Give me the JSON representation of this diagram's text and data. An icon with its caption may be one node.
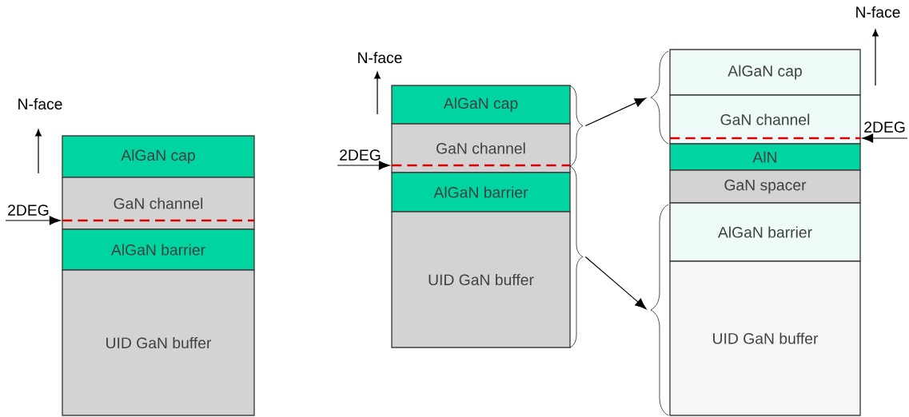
{
  "diagram": {
    "nodes": [
      {
        "text": [
          "2DEG"
        ]
      },
      {
        "text": [
          "AlGaN cap"
        ]
      },
      {
        "text": [
          "GaN channel"
        ]
      },
      {
        "text": [
          "AlGaN barrier"
        ]
      },
      {
        "text": [
          "UID GaN buffer"
        ]
      },
      {
        "text": [
          "2DEG"
        ]
      },
      {
        "text": [
          "AlGaN cap"
        ]
      },
      {
        "text": [
          "GaN channel"
        ]
      },
      {
        "text": [
          "AlGaN barrier"
        ]
      },
      {
        "text": [
          "UID GaN buffer"
        ]
      },
      {
        "text": [],
        "shape": "brace"
      },
      {
        "text": [],
        "shape": "brace"
      },
      {
        "text": [],
        "shape": "brace"
      },
      {
        "text": [],
        "shape": "brace"
      },
      {
        "text": [
          "AlGaN cap"
        ]
      },
      {
        "text": [
          "GaN channel"
        ]
      },
      {
        "text": [
          "AlN"
        ]
      },
      {
        "text": [
          "GaN spacer"
        ]
      },
      {
        "text": [
          "AlGaN barrier"
        ]
      },
      {
        "text": [
          "UID GaN buffer"
        ]
      },
      {
        "text": [
          "2DEG"
        ]
      },
      {
        "text": [],
        "shape": "line",
        "in": 2
      },
      {
        "text": [],
        "shape": "line",
        "in": 7
      },
      {
        "text": [],
        "shape": "line",
        "in": 15
      }
    ],
    "edges": [
      {
        "from": 0,
        "to": 21,
        "arrow": "to"
      },
      {
        "from": 5,
        "to": 22,
        "arrow": "to"
      },
      {
        "from": 20,
        "to": 23,
        "arrow": "to"
      },
      {
        "from": 10,
        "to": 12,
        "arrow": "to"
      },
      {
        "from": 11,
        "to": 13,
        "arrow": "to"
      }
    ],
    "labels": [
      "N-face",
      "N-face",
      "N-face"
    ]
  }
}
